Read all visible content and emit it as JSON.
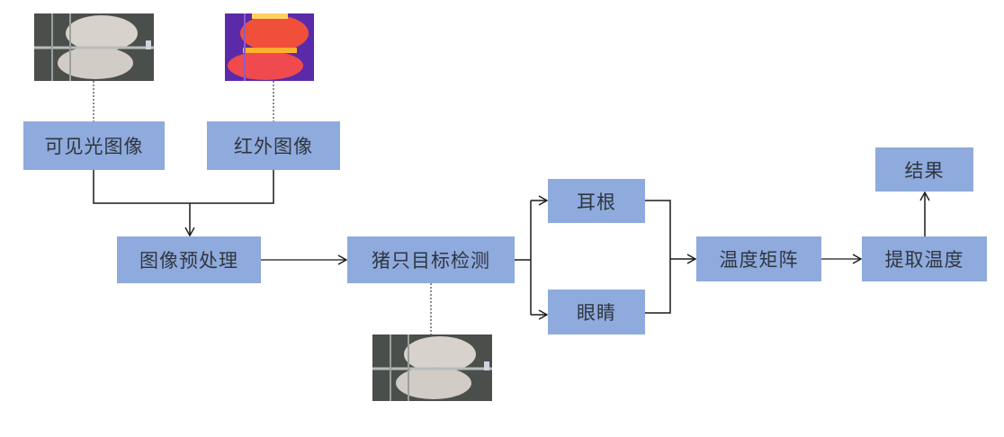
{
  "nodes": {
    "visible_image": "可见光图像",
    "infrared_image": "红外图像",
    "preprocess": "图像预处理",
    "pig_detection": "猪只目标检测",
    "ear_root": "耳根",
    "eyes": "眼睛",
    "temp_matrix": "温度矩阵",
    "extract_temp": "提取温度",
    "result": "结果"
  },
  "images": {
    "visible_photo": "visible-light pig photo",
    "infrared_photo": "infrared thermal pig photo",
    "detection_photo": "pig detection photo"
  },
  "colors": {
    "box_fill": "#8faadc",
    "text": "#2f3640",
    "line": "#1a1a1a"
  }
}
